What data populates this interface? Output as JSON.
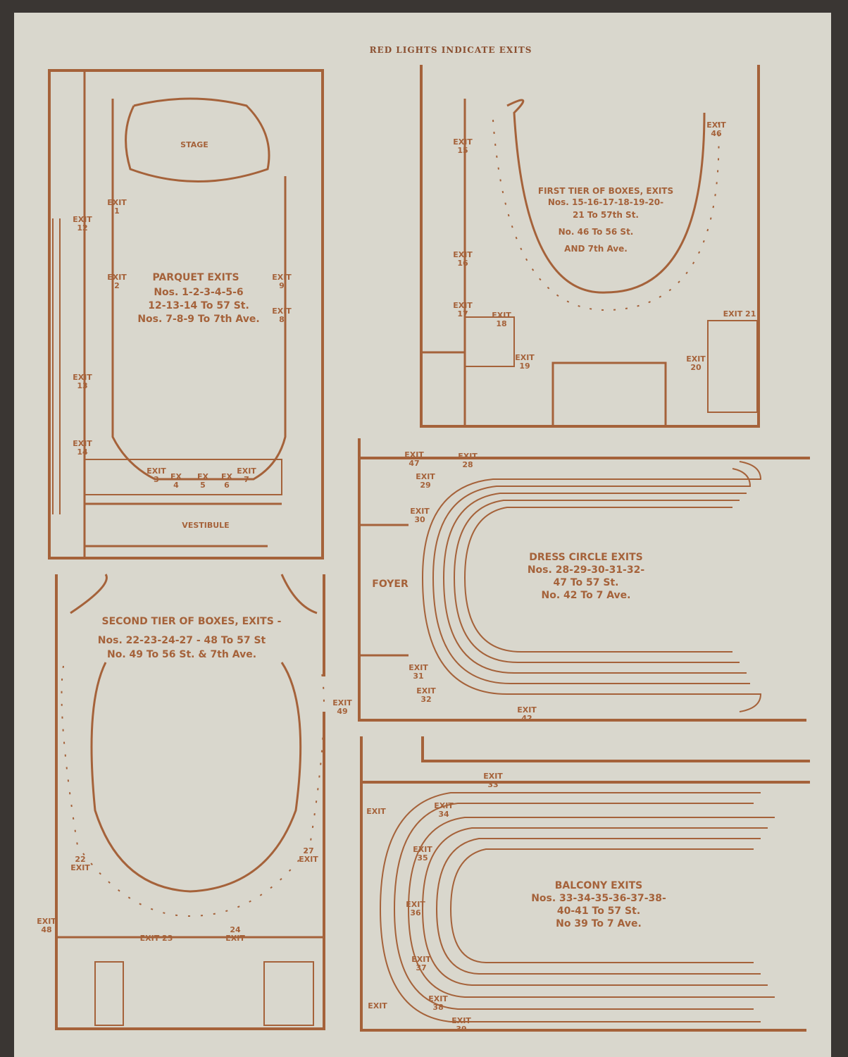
{
  "header": "RED LIGHTS INDICATE EXITS",
  "colors": {
    "ink": "#a5623a",
    "paper": "#d9d7cd",
    "background": "#3a3633"
  },
  "plans": {
    "parquet": {
      "title": "PARQUET EXITS",
      "lines": [
        "Nos. 1-2-3-4-5-6",
        "12-13-14 To 57 St.",
        "Nos. 7-8-9 To 7th Ave."
      ],
      "rooms": [
        "STAGE",
        "VESTIBULE"
      ]
    },
    "first_tier": {
      "title": "FIRST TIER OF BOXES, EXITS",
      "lines": [
        "Nos. 15-16-17-18-19-20-",
        "21 To 57th St.",
        "No. 46 To 56 St.",
        "AND 7th Ave."
      ]
    },
    "dress_circle": {
      "title": "DRESS CIRCLE EXITS",
      "lines": [
        "Nos. 28-29-30-31-32-",
        "47 To 57 St.",
        "No. 42 To 7 Ave."
      ],
      "rooms": [
        "FOYER"
      ]
    },
    "second_tier": {
      "title": "SECOND TIER OF BOXES, EXITS -",
      "lines": [
        "Nos. 22-23-24-27 - 48 To 57 St",
        "No. 49 To 56 St. & 7th Ave."
      ]
    },
    "balcony": {
      "title": "BALCONY EXITS",
      "lines": [
        "Nos. 33-34-35-36-37-38-",
        "40-41 To 57 St.",
        "No 39 To 7 Ave."
      ]
    }
  },
  "exits": [
    "EXIT\n1",
    "EXIT\n2",
    "EXIT\n12",
    "EXIT\n13",
    "EXIT\n14",
    "EXIT\n9",
    "EXIT\n8",
    "EXIT\n3",
    "EX\n4",
    "EX\n5",
    "EX\n6",
    "EXIT\n7",
    "EXIT\n15",
    "EXIT\n16",
    "EXIT\n17",
    "EXIT\n18",
    "EXIT\n19",
    "EXIT\n46",
    "EXIT 21",
    "EXIT\n20",
    "EXIT\n47",
    "EXIT\n28",
    "EXIT\n29",
    "EXIT\n30",
    "EXIT\n31",
    "EXIT\n32",
    "EXIT\n42",
    "EXIT\n49",
    "22\nEXIT",
    "27\nEXIT",
    "EXIT\n48",
    "EXIT 23",
    "24\nEXIT",
    "EXIT\n33",
    "EXIT",
    "EXIT\n34",
    "EXIT\n35",
    "EXIT\n36",
    "EXIT\n37",
    "EXIT\n38",
    "EXIT\n39",
    "EXIT"
  ]
}
